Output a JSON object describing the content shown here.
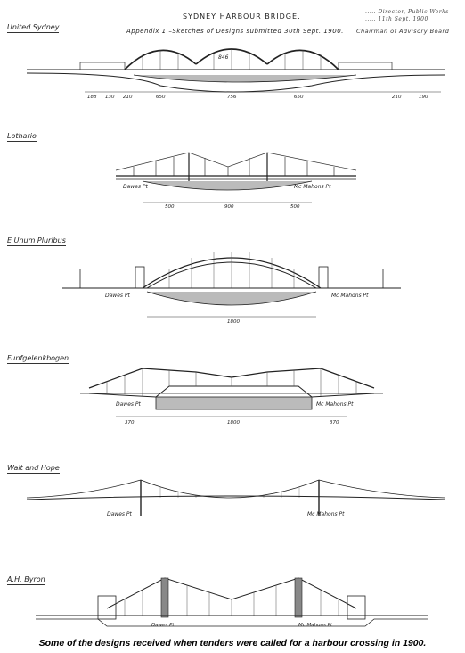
{
  "header": {
    "title": "SYDNEY HARBOUR BRIDGE.",
    "subtitle": "Appendix 1.–Sketches of Designs submitted 30th Sept. 1900.",
    "signature_line1": "..... Director, Public Works",
    "signature_line2": "..... 11th Sept. 1900",
    "signature_role": "Chairman of Advisory Board"
  },
  "designs": [
    {
      "name": "United Sydney",
      "dim_top": "846",
      "dims": [
        "188",
        "130",
        "210",
        "650",
        "756",
        "650",
        "210",
        "190"
      ],
      "point_left": "",
      "point_right": ""
    },
    {
      "name": "Lothario",
      "dims": [
        "500",
        "900",
        "500"
      ],
      "point_left": "Dawes Pt",
      "point_right": "Mc Mahons Pt"
    },
    {
      "name": "E Unum Pluribus",
      "dims": [
        "1800"
      ],
      "point_left": "Dawes Pt",
      "point_right": "Mc Mahons Pt"
    },
    {
      "name": "Funfgelenkbogen",
      "dims": [
        "370",
        "1800",
        "370"
      ],
      "point_left": "Dawes Pt",
      "point_right": "Mc Mahons Pt"
    },
    {
      "name": "Wait and Hope",
      "dims": [],
      "point_left": "Dawes Pt",
      "point_right": "Mc Mahons Pt"
    },
    {
      "name": "A.H. Byron",
      "dims": [],
      "point_left": "Dawes Pt",
      "point_right": "Mc Mahons Pt"
    }
  ],
  "caption": "Some of the designs received when tenders were called for a harbour crossing in 1900."
}
